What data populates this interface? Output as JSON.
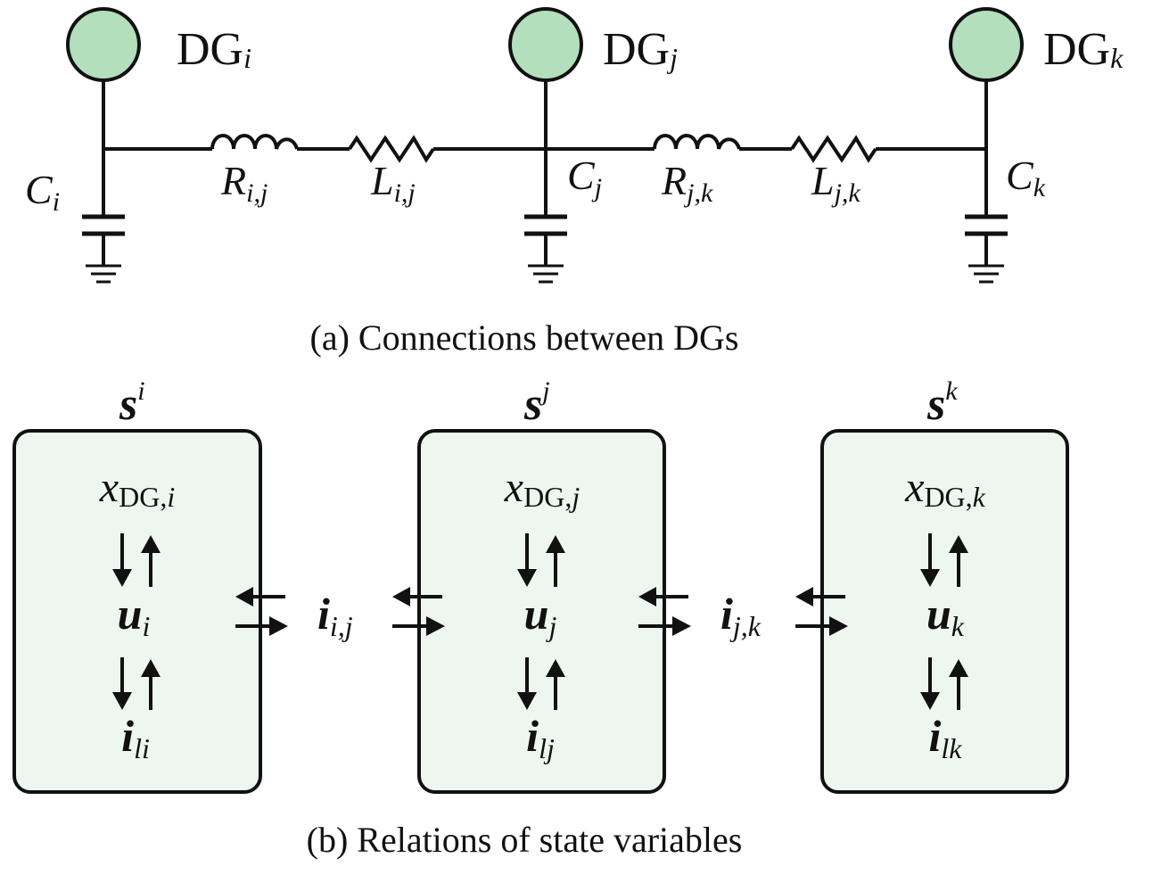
{
  "caption_a": "(a) Connections between DGs",
  "caption_b": "(b) Relations of state variables",
  "nodes": [
    {
      "label": "DG",
      "sub": "i"
    },
    {
      "label": "DG",
      "sub": "j"
    },
    {
      "label": "DG",
      "sub": "k"
    }
  ],
  "capacitors": [
    {
      "label": "C",
      "sub": "i"
    },
    {
      "label": "C",
      "sub": "j"
    },
    {
      "label": "C",
      "sub": "k"
    }
  ],
  "lines": [
    {
      "r_label": "R",
      "r_sub": "i,j",
      "l_label": "L",
      "l_sub": "i,j"
    },
    {
      "r_label": "R",
      "r_sub": "j,k",
      "l_label": "L",
      "l_sub": "j,k"
    }
  ],
  "states": [
    {
      "s": "s",
      "s_sup": "i",
      "x": "x",
      "x_sub": "DG,",
      "x_sub_it": "i",
      "u": "u",
      "u_sub": "i",
      "il": "i",
      "il_sub": "li"
    },
    {
      "s": "s",
      "s_sup": "j",
      "x": "x",
      "x_sub": "DG,",
      "x_sub_it": "j",
      "u": "u",
      "u_sub": "j",
      "il": "i",
      "il_sub": "lj"
    },
    {
      "s": "s",
      "s_sup": "k",
      "x": "x",
      "x_sub": "DG,",
      "x_sub_it": "k",
      "u": "u",
      "u_sub": "k",
      "il": "i",
      "il_sub": "lk"
    }
  ],
  "currents": [
    {
      "label": "i",
      "sub": "i,j"
    },
    {
      "label": "i",
      "sub": "j,k"
    }
  ],
  "colors": {
    "node_fill": "#b3dfbd",
    "box_fill": "#eef7ef",
    "stroke": "#111111"
  }
}
